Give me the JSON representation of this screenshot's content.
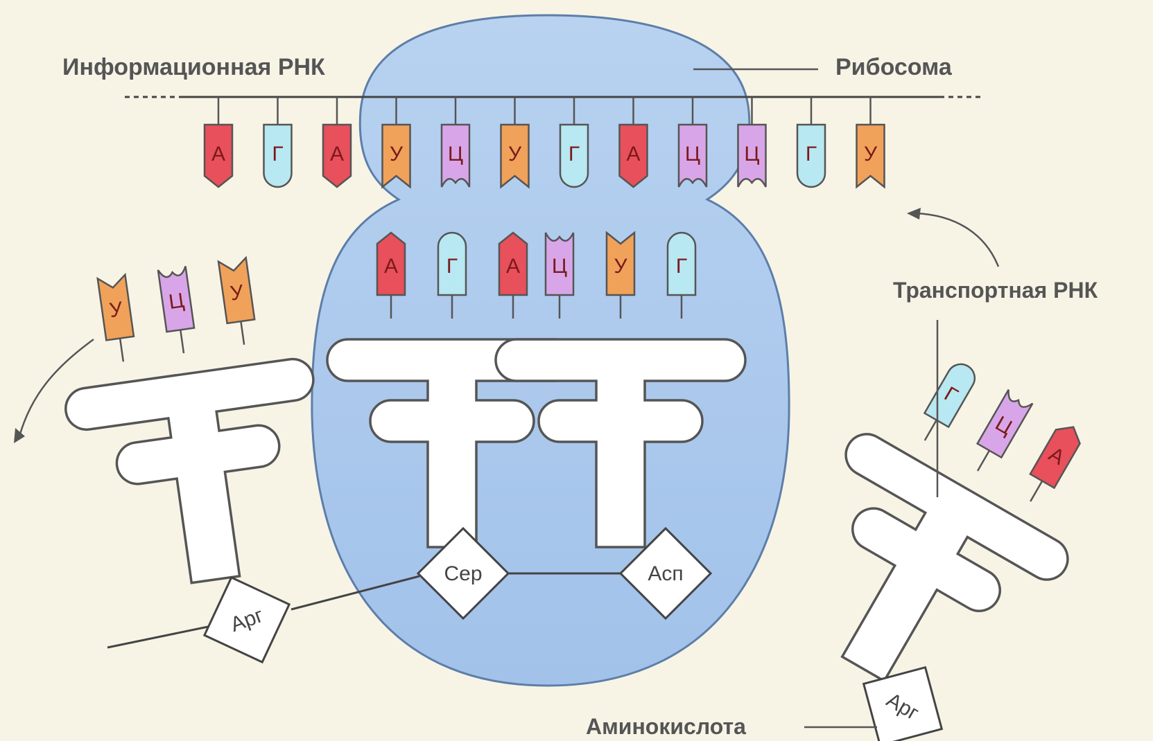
{
  "labels": {
    "mrna": "Информационная РНК",
    "ribosome": "Рибосома",
    "trna": "Транспортная РНК",
    "amino_acid": "Аминокислота"
  },
  "colors": {
    "A": "#e8505b",
    "G": "#b8e8f2",
    "U": "#f0a25a",
    "C": "#d8a6e8",
    "ribosome": "#aac8ee"
  },
  "mrna": [
    "А",
    "Г",
    "А",
    "У",
    "Ц",
    "У",
    "Г",
    "А",
    "Ц",
    "Ц",
    "Г",
    "У"
  ],
  "trna_left": {
    "anticodon": [
      "У",
      "Ц",
      "У"
    ],
    "amino_acid": "Арг"
  },
  "trna_site1": {
    "anticodon": [
      "А",
      "Г",
      "А"
    ],
    "amino_acid": "Сер"
  },
  "trna_site2": {
    "anticodon": [
      "Ц",
      "У",
      "Г"
    ],
    "amino_acid": "Асп"
  },
  "trna_incoming": {
    "anticodon": [
      "Г",
      "Ц",
      "А"
    ],
    "amino_acid": "Арг"
  }
}
